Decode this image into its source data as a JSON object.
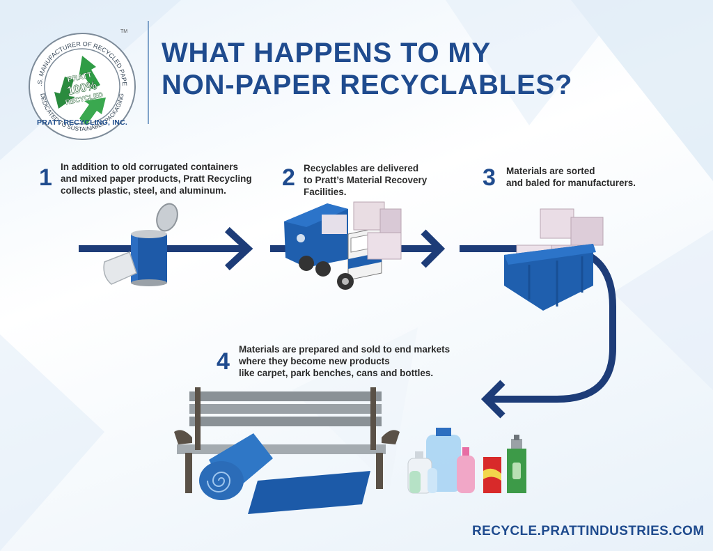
{
  "logo": {
    "ring_top": "U.S. MANUFACTURER OF RECYCLED PAPER",
    "ring_bottom": "DEDICATED TO SUSTAINABLE PACKAGING",
    "center_line1": "PRATT",
    "center_line2": "100%",
    "center_line3": "RECYCLED",
    "trademark": "TM",
    "company": "PRATT RECYCLING, INC."
  },
  "title": {
    "line1": "WHAT HAPPENS TO MY",
    "line2": "NON-PAPER RECYCLABLES?"
  },
  "steps": [
    {
      "number": "1",
      "text": "In addition to old corrugated containers\nand mixed paper products, Pratt Recycling\ncollects plastic, steel, and aluminum."
    },
    {
      "number": "2",
      "text": "Recyclables are delivered\nto Pratt’s Material Recovery\nFacilities."
    },
    {
      "number": "3",
      "text": "Materials are sorted\nand baled for manufacturers."
    },
    {
      "number": "4",
      "text": "Materials are prepared and sold to end markets\nwhere they become new products\nlike carpet, park benches, cans and bottles."
    }
  ],
  "footer": {
    "url": "RECYCLE.PRATTINDUSTRIES.COM"
  },
  "colors": {
    "brand_blue": "#1f4b8e",
    "arrow_navy": "#1d3c78",
    "logo_green": "#2f9c45"
  },
  "icons": [
    "recycling-logo",
    "can-icon",
    "garbage-truck-icon",
    "bales-icon",
    "dumpster-icon",
    "park-bench-icon",
    "carpet-roll-icon",
    "bottles-icon",
    "cans-icon"
  ]
}
